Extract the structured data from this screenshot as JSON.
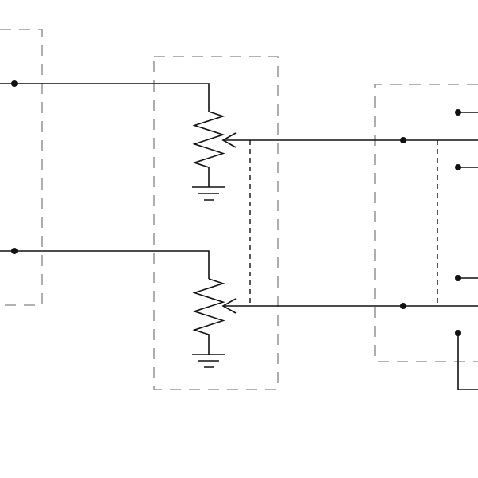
{
  "colors": {
    "wire": "#111111",
    "box": "#999999",
    "background": "#ffffff"
  },
  "components": [
    {
      "type": "dashed-box",
      "name": "left-enclosure"
    },
    {
      "type": "dashed-box",
      "name": "potentiometer-enclosure"
    },
    {
      "type": "dashed-box",
      "name": "switch-enclosure"
    },
    {
      "type": "potentiometer",
      "name": "potentiometer-top"
    },
    {
      "type": "potentiometer",
      "name": "potentiometer-bottom"
    },
    {
      "type": "ground",
      "name": "ground-top"
    },
    {
      "type": "ground",
      "name": "ground-bottom"
    },
    {
      "type": "mechanical-link",
      "name": "gang-link-left"
    },
    {
      "type": "mechanical-link",
      "name": "gang-link-right"
    }
  ]
}
